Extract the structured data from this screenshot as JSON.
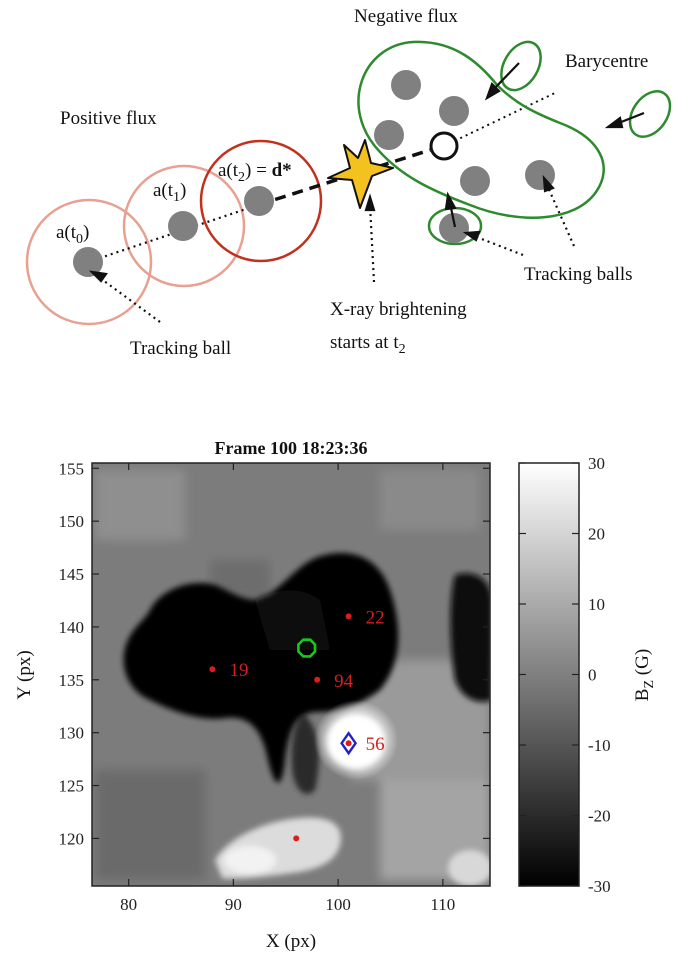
{
  "diagram": {
    "positive_flux": "Positive flux",
    "negative_flux": "Negative flux",
    "barycentre": "Barycentre",
    "tracking_ball": "Tracking ball",
    "tracking_balls": "Tracking balls",
    "xray_line1": "X-ray brightening",
    "xray_line2_main": "starts at t",
    "xray_line2_sub": "2",
    "a_t0": "a(t",
    "a_t0_sub": "0",
    "a_t0_close": ")",
    "a_t1": "a(t",
    "a_t1_sub": "1",
    "a_t1_close": ")",
    "a_t2": "a(t",
    "a_t2_sub": "2",
    "a_t2_mid": ") = ",
    "a_t2_bold": "d*",
    "colors": {
      "positive_circle_light": "#e8a091",
      "positive_circle_dark": "#c0321d",
      "negative_contour": "#2e8a2e",
      "ball": "#808080",
      "star": "#f3c21f"
    }
  },
  "chart_data": {
    "type": "heatmap",
    "title": "Frame 100  18:23:36",
    "xlabel": "X (px)",
    "ylabel": "Y (px)",
    "xlim": [
      76.5,
      114.5
    ],
    "ylim": [
      115.5,
      155.5
    ],
    "xticks": [
      80,
      90,
      100,
      110
    ],
    "yticks": [
      120,
      125,
      130,
      135,
      140,
      145,
      150,
      155
    ],
    "colorbar": {
      "label_main": "B",
      "label_sub": "Z",
      "label_unit": " (G)",
      "range": [
        -30,
        30
      ],
      "ticks": [
        30,
        20,
        10,
        0,
        -10,
        -20,
        -30
      ],
      "colormap": "gray"
    },
    "tracked_points": [
      {
        "x": 101,
        "y": 141,
        "label": "22"
      },
      {
        "x": 88,
        "y": 136,
        "label": "19"
      },
      {
        "x": 98,
        "y": 135,
        "label": "94"
      },
      {
        "x": 101,
        "y": 129,
        "label": "56"
      },
      {
        "x": 96,
        "y": 120,
        "label": ""
      }
    ],
    "barycentre_marker": {
      "x": 97,
      "y": 138,
      "color": "#19c919"
    },
    "positive_marker": {
      "x": 101,
      "y": 129,
      "color": "#1f23c8"
    },
    "point_color": "#e01b1b"
  }
}
